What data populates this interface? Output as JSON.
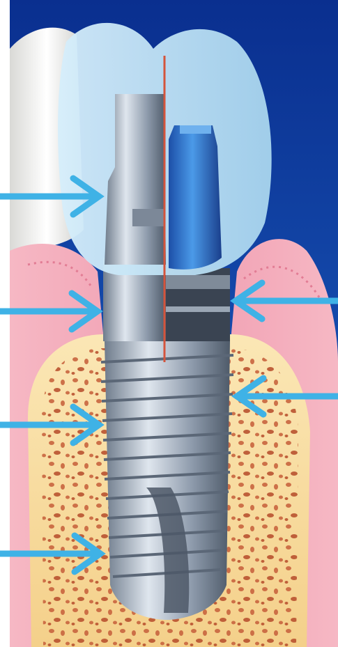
{
  "figure": {
    "subject": "dental-implant-cross-section",
    "colors": {
      "background_top": "#0a2f8f",
      "background_bottom": "#1d63c6",
      "gum": "#f3a7b7",
      "gum_dark": "#e27c94",
      "bone": "#f7dea0",
      "bone_pore": "#c8643e",
      "crown": "#bfe3f6",
      "tooth": "#f1f1ef",
      "implant_metal": "#9aa8b7",
      "abutment_blue": "#2f7bd6",
      "arrow": "#3fb2e6",
      "center_line": "#d4543c"
    },
    "arrows": [
      {
        "direction": "right",
        "side": "left"
      },
      {
        "direction": "right",
        "side": "left"
      },
      {
        "direction": "right",
        "side": "left"
      },
      {
        "direction": "right",
        "side": "left"
      },
      {
        "direction": "left",
        "side": "right"
      },
      {
        "direction": "left",
        "side": "right"
      }
    ]
  }
}
